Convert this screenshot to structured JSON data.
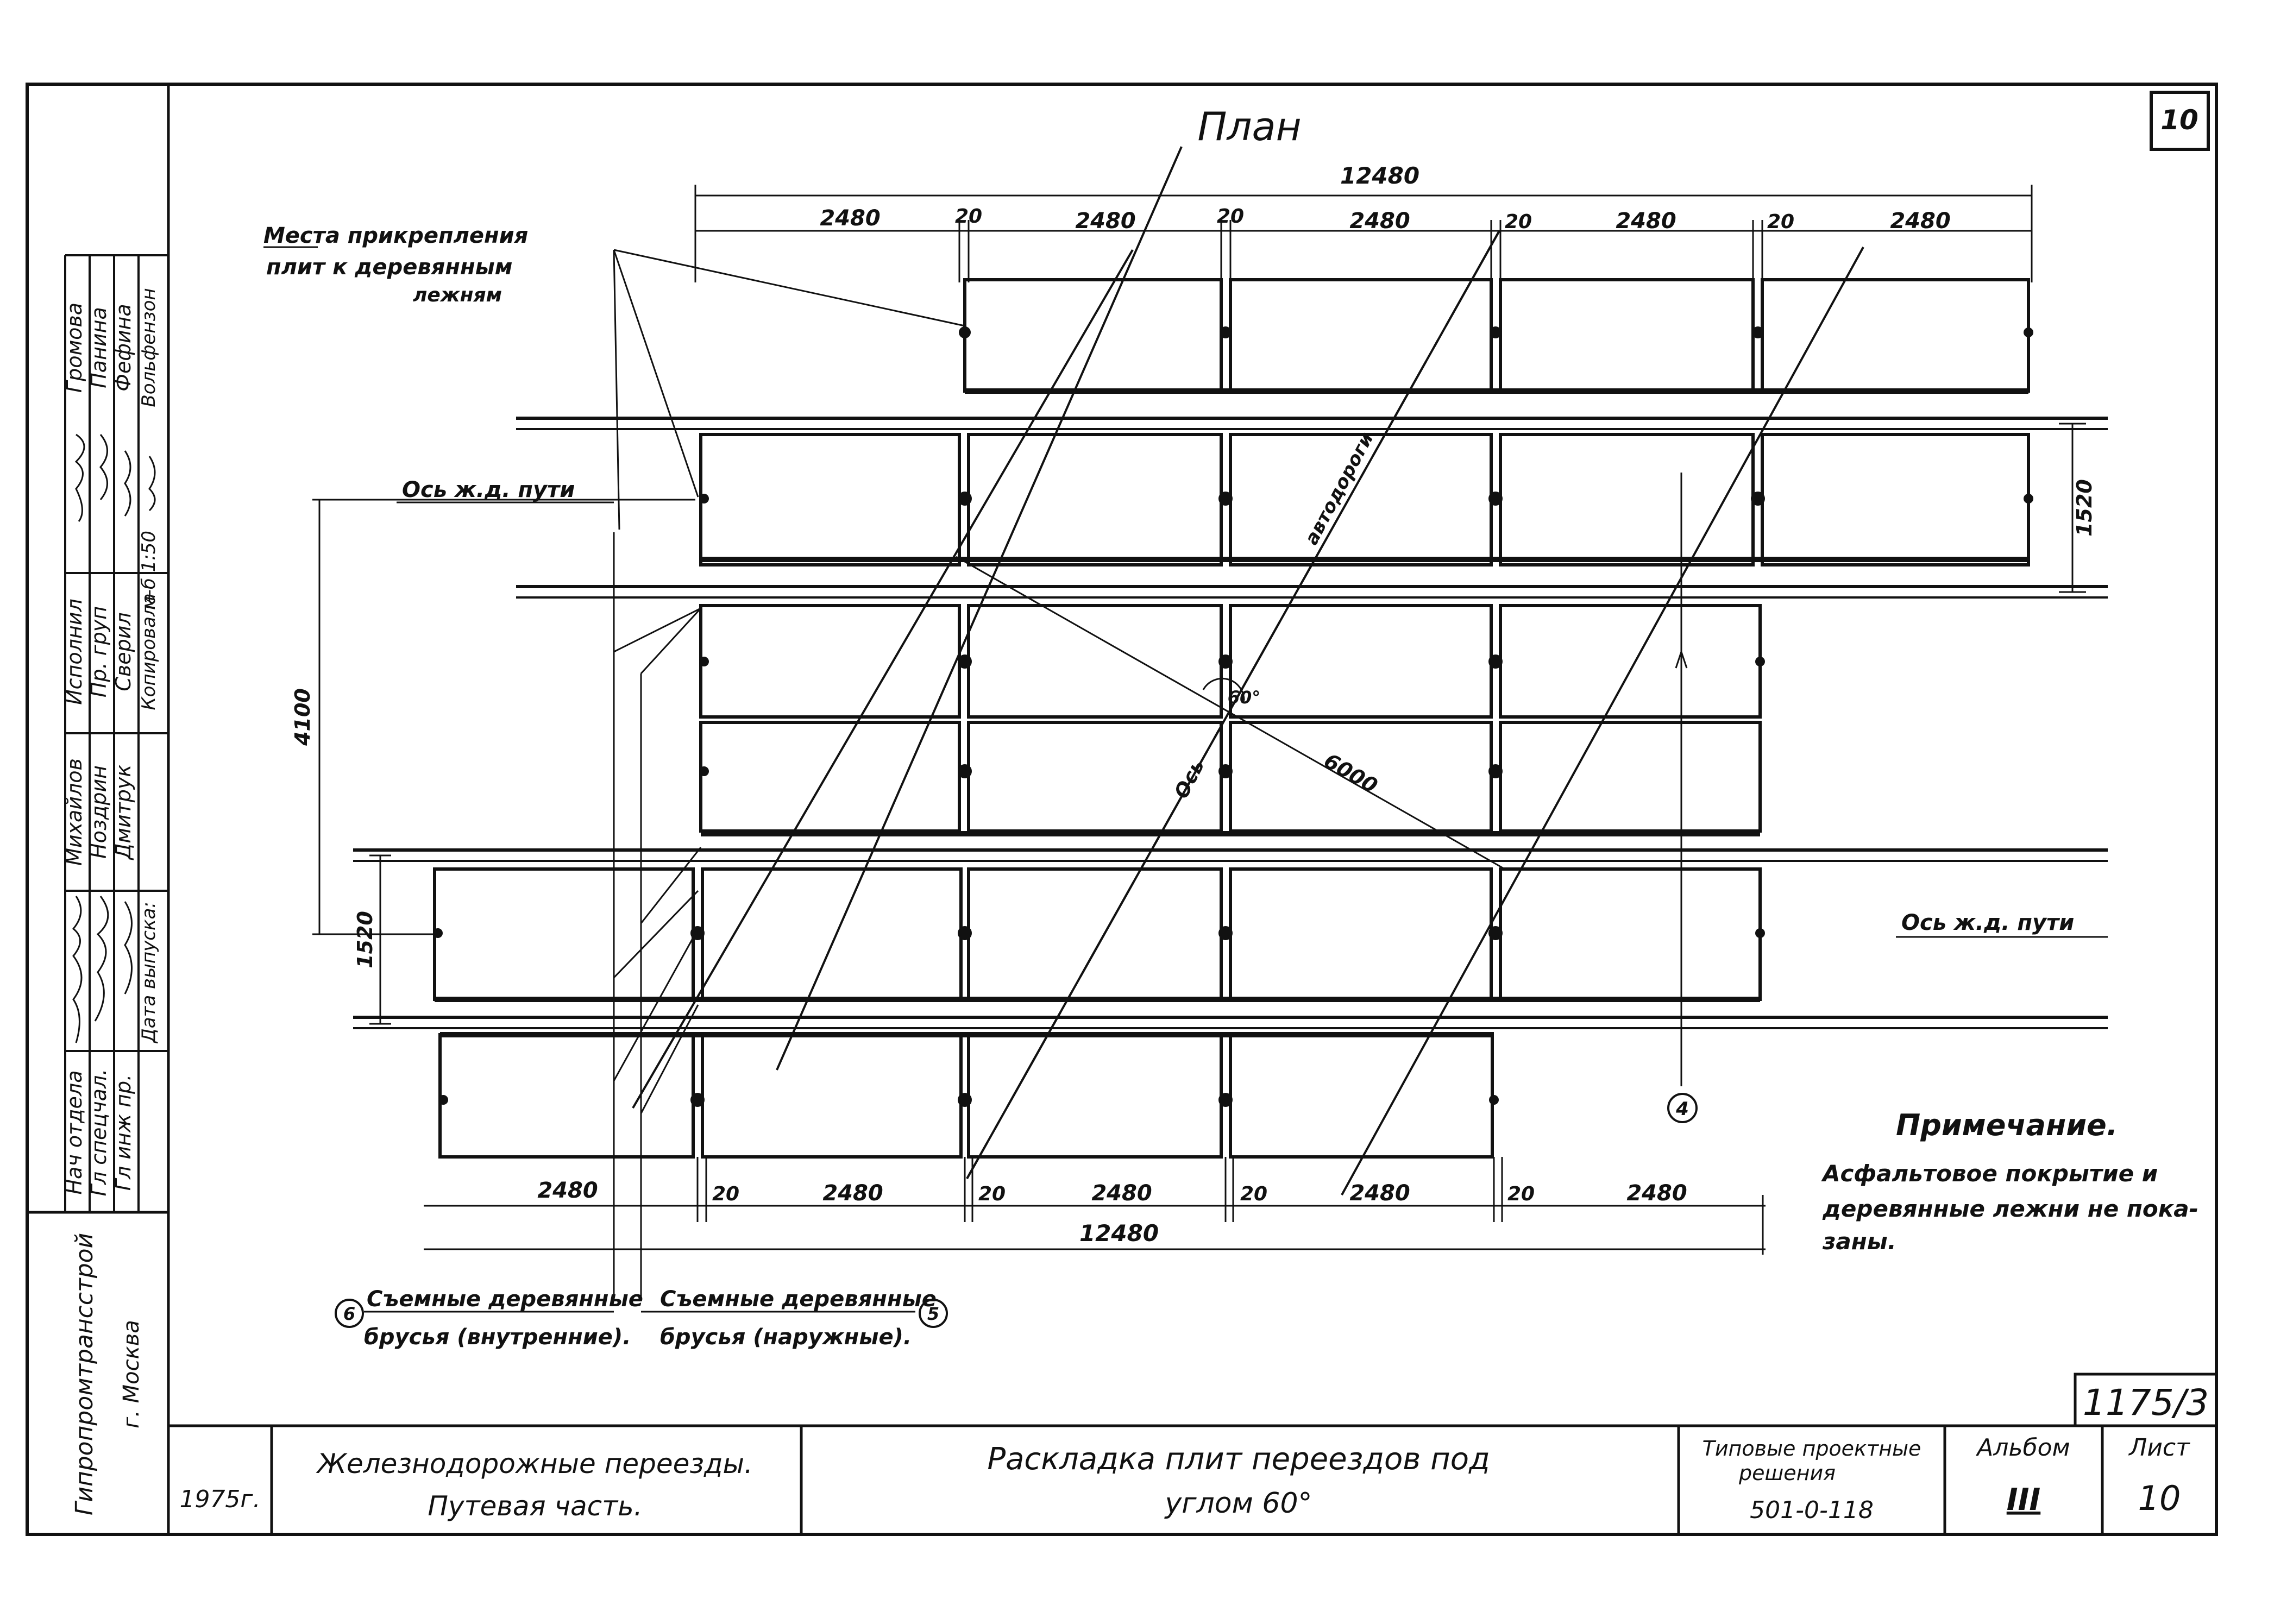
{
  "sheet_number_corner": "10",
  "plan_title": "План",
  "dimensions": {
    "total_top": "12480",
    "total_bottom": "12480",
    "panel": "2480",
    "gap": "20",
    "track_gauge": "1520",
    "track_spacing": "4100",
    "diagonal_length": "6000",
    "crossing_angle": "60°"
  },
  "labels": {
    "attach_points": [
      "Места прикрепления",
      "плит к деревянным",
      "лежням"
    ],
    "track_axis_left": "Ось ж.д. пути",
    "track_axis_right": "Ось ж.д. пути",
    "road_axis": "автодороги",
    "axis_word": "Ось",
    "callout_4": "4",
    "callout_6": "6",
    "callout_5": "5",
    "inner_beams": [
      "Съемные деревянные",
      "брусья (внутренние)."
    ],
    "outer_beams": [
      "Съемные деревянные",
      "брусья (наружные)."
    ]
  },
  "note": {
    "title": "Примечание.",
    "lines": [
      "Асфальтовое покрытие и",
      "деревянные лежни не пока-",
      "заны."
    ]
  },
  "side_stamp": {
    "rows": [
      {
        "role": "Нач отдела",
        "name": "Михайлов",
        "name2": "Громова"
      },
      {
        "role": "Гл спецчал.",
        "name": "Ноздрин",
        "name2": "Панина"
      },
      {
        "role": "Гл инж пр.",
        "name": "Дмитрук",
        "name2": "Фефина"
      }
    ],
    "roles2": [
      "Исполнил",
      "Пр. груп",
      "Сверил",
      "Копировала"
    ],
    "names3": [
      "Вольфензон"
    ],
    "date_label": "Дата выпуска:",
    "scale": "м-б 1:50",
    "org": "Гипропромтрансстрой",
    "city": "г. Москва"
  },
  "title_block": {
    "year": "1975г.",
    "project_line1": "Железнодорожные переезды.",
    "project_line2": "Путевая часть.",
    "drawing_line1": "Раскладка плит переездов под",
    "drawing_line2": "углом 60°",
    "series_line1": "Типовые проектные",
    "series_line2": "решения",
    "series_code": "501-0-118",
    "album_label": "Альбом",
    "album_value": "III",
    "sheet_label": "Лист",
    "sheet_value": "10",
    "doc_code": "1175/3"
  }
}
